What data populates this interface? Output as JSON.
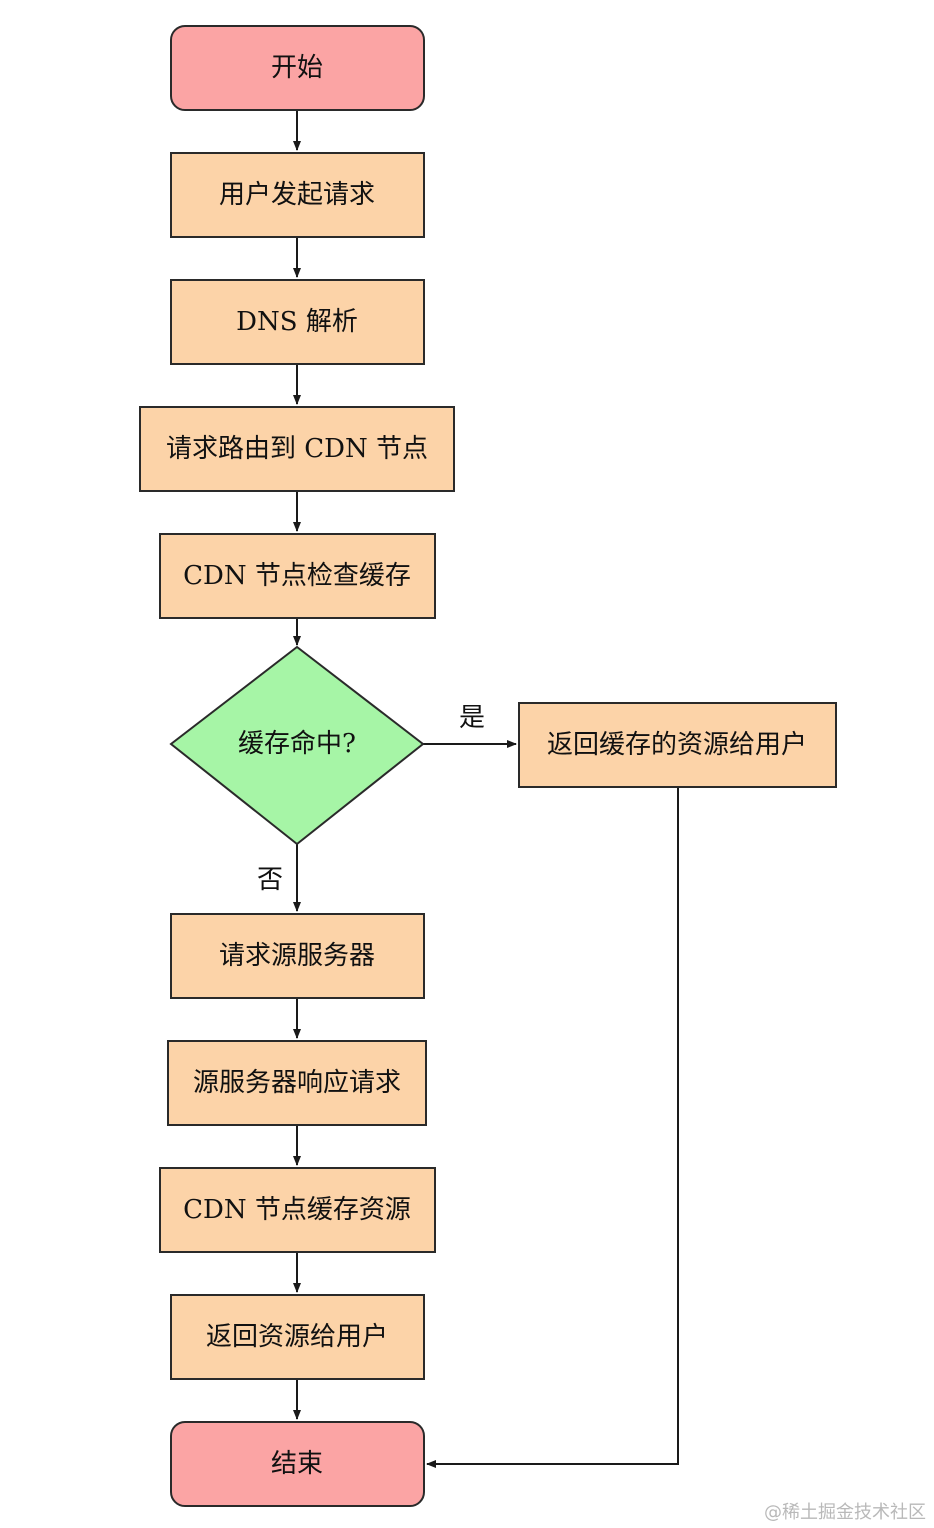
{
  "flowchart": {
    "start": "开始",
    "user_request": "用户发起请求",
    "dns_resolve": "DNS 解析",
    "route_to_cdn": "请求路由到 CDN 节点",
    "cdn_check_cache": "CDN 节点检查缓存",
    "decision_cache_hit": "缓存命中?",
    "return_cached": "返回缓存的资源给用户",
    "request_origin": "请求源服务器",
    "origin_respond": "源服务器响应请求",
    "cdn_cache_resource": "CDN 节点缓存资源",
    "return_resource": "返回资源给用户",
    "end": "结束",
    "label_yes": "是",
    "label_no": "否"
  },
  "watermark": "@稀土掘金技术社区",
  "colors": {
    "terminal_fill": "#fba4a4",
    "process_fill": "#fcd3a8",
    "decision_fill": "#a6f5a6",
    "stroke": "#2a2a2a"
  }
}
